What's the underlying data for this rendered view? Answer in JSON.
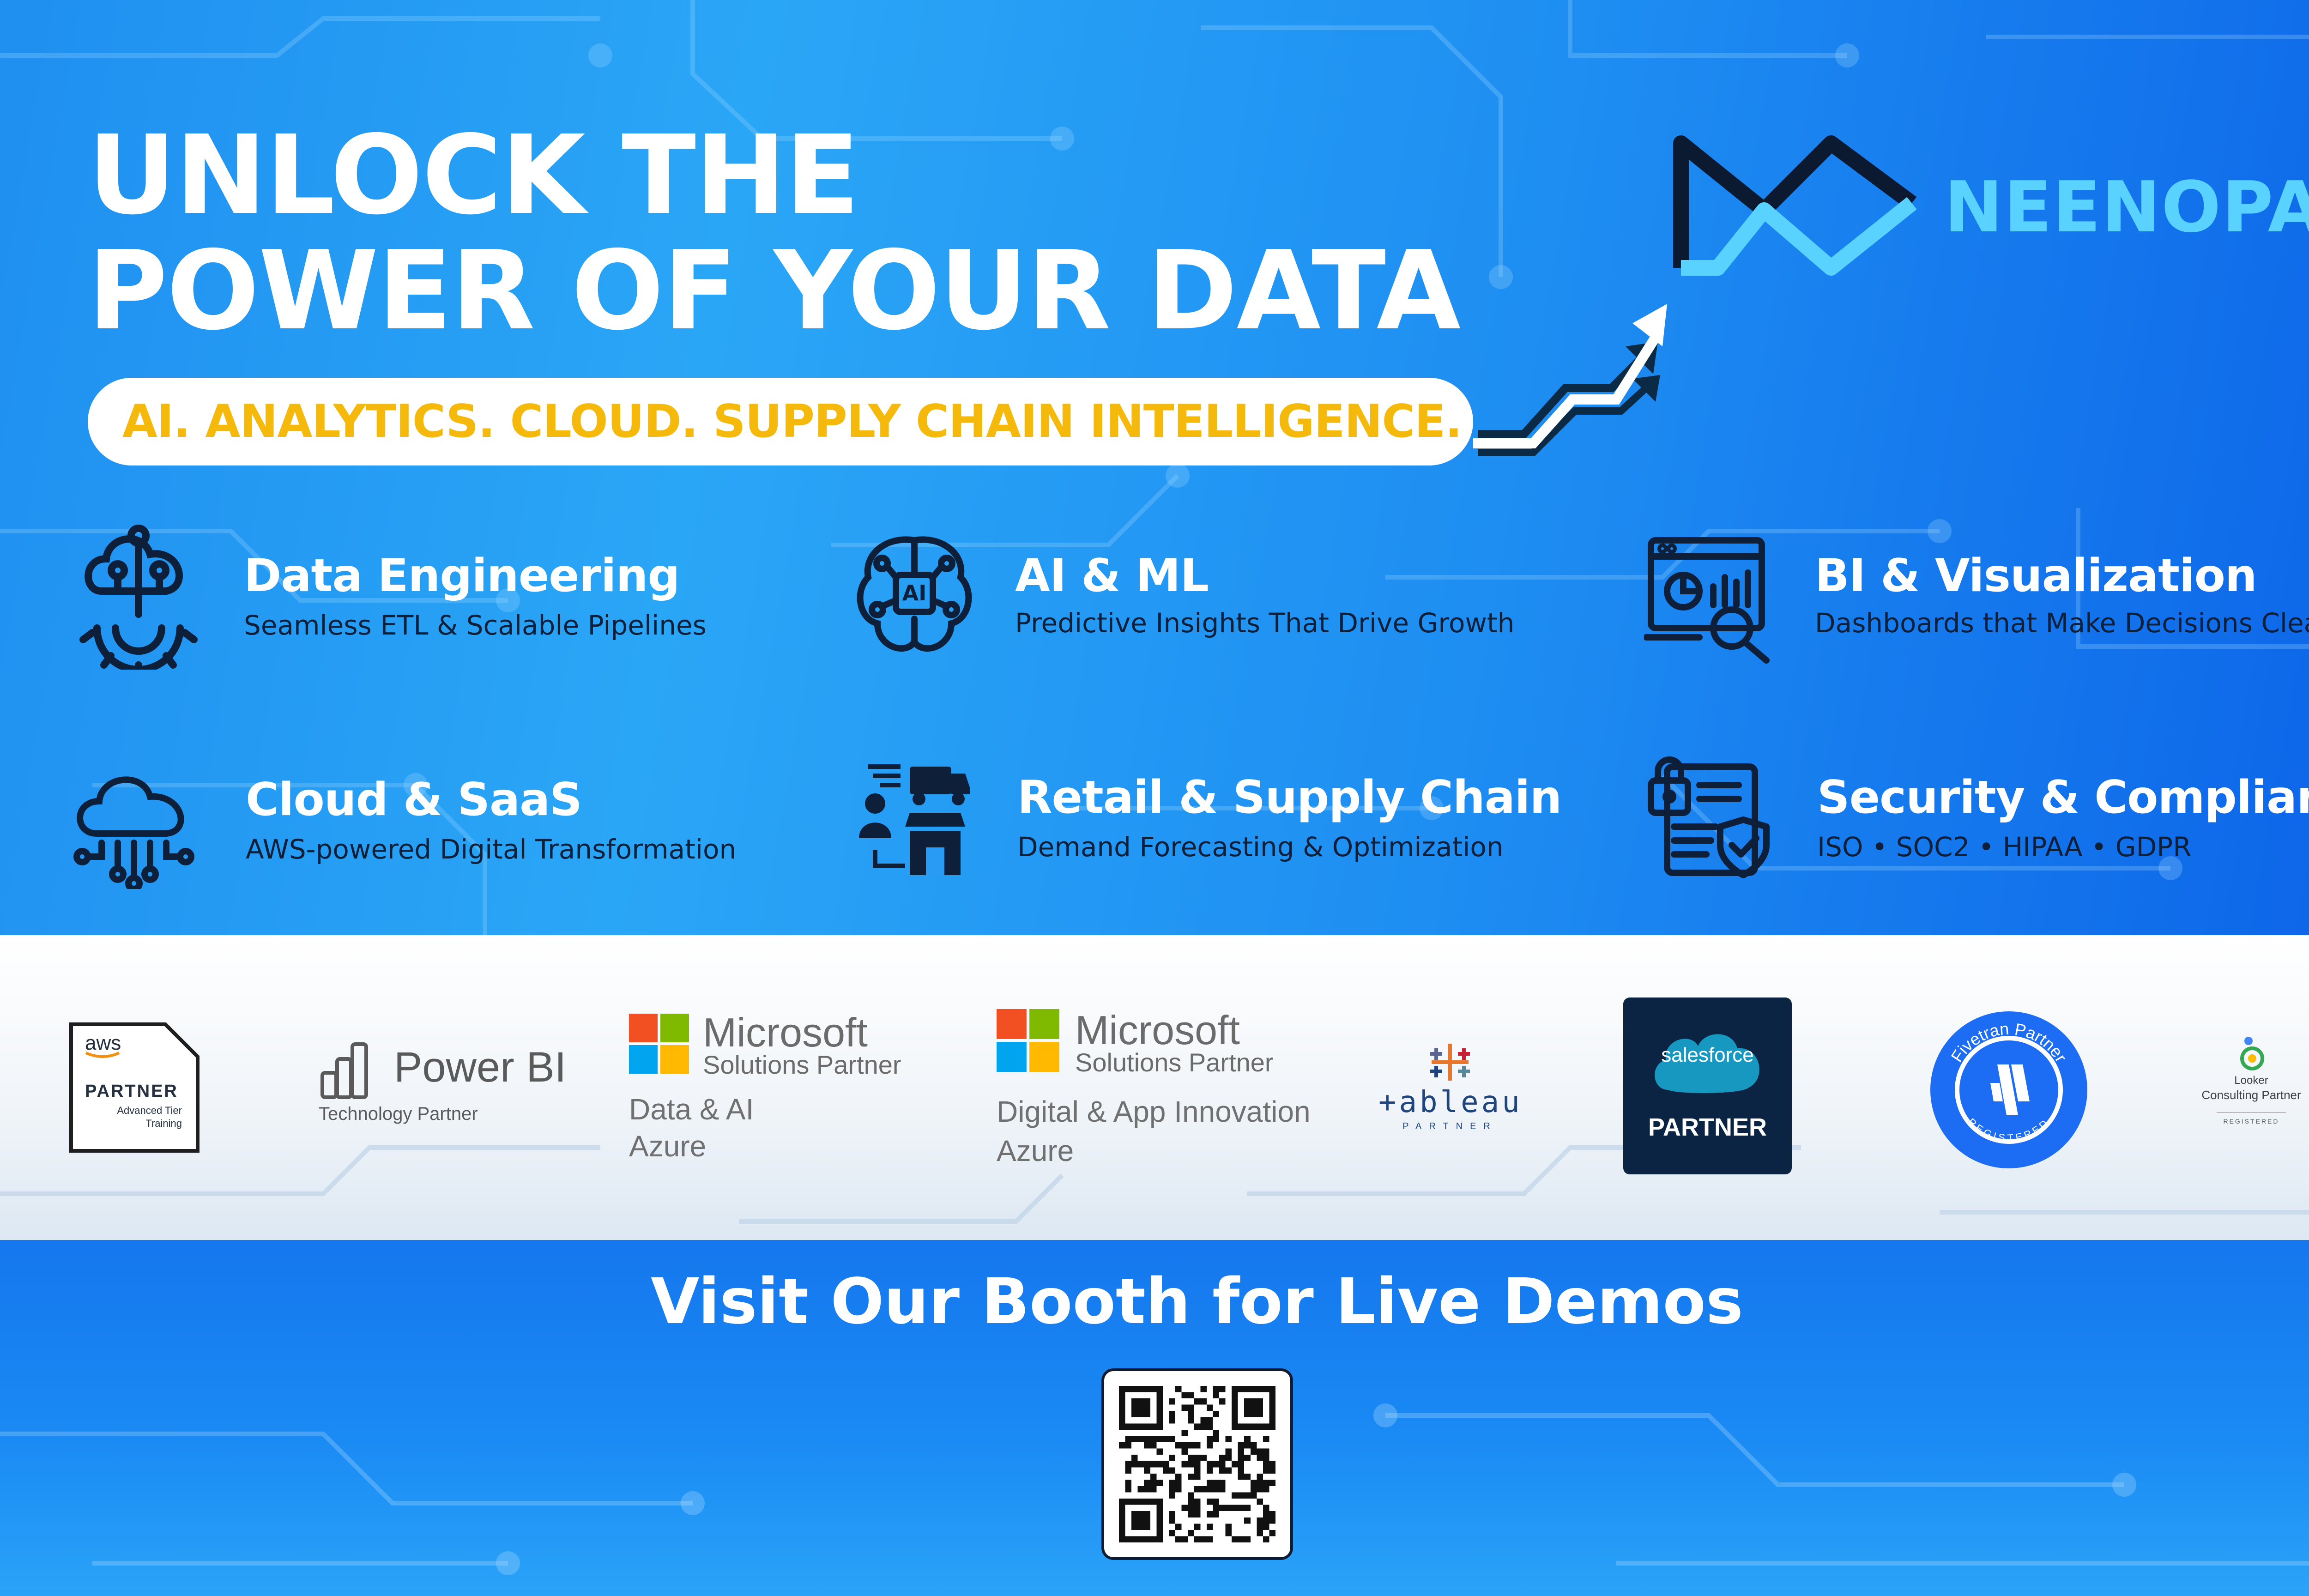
{
  "headline": {
    "line1": "UNLOCK THE",
    "line2": "POWER OF YOUR DATA"
  },
  "tagline": "AI. ANALYTICS. CLOUD. SUPPLY CHAIN INTELLIGENCE.",
  "brand": {
    "name": "NEENOPAL",
    "color": "#5ad2ff"
  },
  "colors": {
    "tagline_text": "#f5b90c",
    "icon_navy": "#0e1f3a"
  },
  "services": [
    {
      "title": "Data Engineering",
      "desc": "Seamless ETL & Scalable Pipelines",
      "icon": "cloud-gear-icon"
    },
    {
      "title": "AI & ML",
      "desc": "Predictive Insights That Drive Growth",
      "icon": "ai-brain-icon"
    },
    {
      "title": "BI & Visualization",
      "desc": "Dashboards that Make Decisions Clear",
      "icon": "dashboard-magnifier-icon"
    },
    {
      "title": "Cloud & SaaS",
      "desc": "AWS-powered Digital Transformation",
      "icon": "cloud-network-icon"
    },
    {
      "title": "Retail & Supply Chain",
      "desc": "Demand Forecasting & Optimization",
      "icon": "delivery-store-icon"
    },
    {
      "title": "Security & Compliance",
      "desc": "ISO • SOC2 • HIPAA • GDPR",
      "icon": "secure-document-icon"
    }
  ],
  "partners": {
    "aws": {
      "brand": "aws",
      "title": "PARTNER",
      "tier": "Advanced Tier",
      "sub": "Training"
    },
    "powerbi": {
      "name": "Power BI",
      "sub": "Technology Partner"
    },
    "microsoft1": {
      "name": "Microsoft",
      "sub": "Solutions Partner",
      "line1": "Data & AI",
      "line2": "Azure"
    },
    "microsoft2": {
      "name": "Microsoft",
      "sub": "Solutions Partner",
      "line1": "Digital & App Innovation",
      "line2": "Azure"
    },
    "tableau": {
      "name": "+ableau",
      "sub": "PARTNER"
    },
    "salesforce": {
      "name": "salesforce",
      "sub": "PARTNER"
    },
    "fivetran": {
      "top": "Fivetran Partner",
      "bottom": "REGISTERED"
    },
    "looker": {
      "name": "Looker",
      "sub": "Consulting Partner",
      "status": "REGISTERED"
    }
  },
  "footer": {
    "cta": "Visit Our Booth for Live Demos"
  }
}
